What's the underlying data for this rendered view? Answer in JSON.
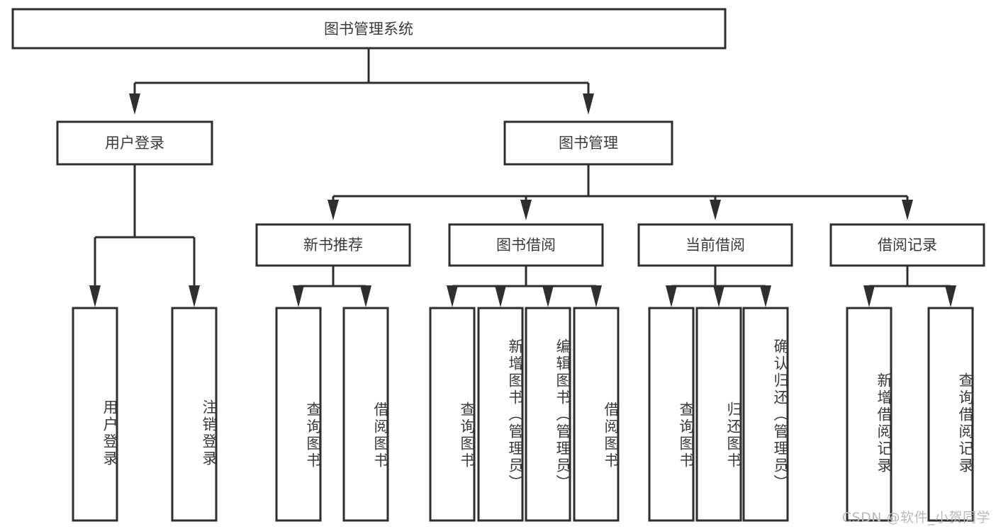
{
  "diagram": {
    "type": "tree-hierarchy-chart",
    "title": "图书管理系统",
    "background_color": "#ffffff",
    "stroke_color": "#2e2e2e",
    "text_color": "#3a3a3a",
    "root": {
      "label": "图书管理系统"
    },
    "level2": [
      {
        "label": "用户登录"
      },
      {
        "label": "图书管理"
      }
    ],
    "level3": [
      {
        "label": "新书推荐"
      },
      {
        "label": "图书借阅"
      },
      {
        "label": "当前借阅"
      },
      {
        "label": "借阅记录"
      }
    ],
    "leaves": {
      "user_login": [
        {
          "label": "用户登录"
        },
        {
          "label": "注销登录"
        }
      ],
      "new_book_recommend": [
        {
          "label": "查询图书"
        },
        {
          "label": "借阅图书"
        }
      ],
      "book_borrow": [
        {
          "label": "查询图书"
        },
        {
          "label": "新增图书（管理员）"
        },
        {
          "label": "编辑图书（管理员）"
        },
        {
          "label": "借阅图书"
        }
      ],
      "current_borrow": [
        {
          "label": "查询图书"
        },
        {
          "label": "归还图书"
        },
        {
          "label": "确认归还（管理员）"
        }
      ],
      "borrow_record": [
        {
          "label": "新增借阅记录"
        },
        {
          "label": "查询借阅记录"
        }
      ]
    }
  },
  "watermark": {
    "text": "CSDN @软件_小贺同学"
  }
}
